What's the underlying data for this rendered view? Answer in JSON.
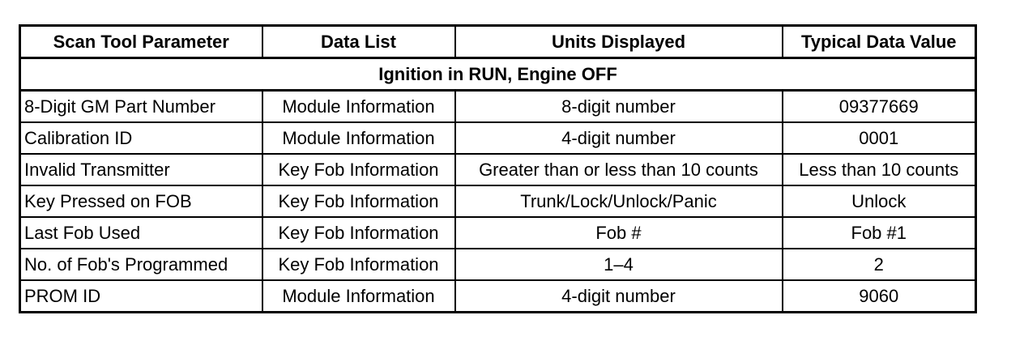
{
  "table": {
    "headers": [
      "Scan Tool Parameter",
      "Data List",
      "Units Displayed",
      "Typical Data Value"
    ],
    "section": "Ignition in RUN, Engine OFF",
    "rows": [
      [
        "8-Digit GM Part Number",
        "Module Information",
        "8-digit number",
        "09377669"
      ],
      [
        "Calibration ID",
        "Module Information",
        "4-digit number",
        "0001"
      ],
      [
        "Invalid Transmitter",
        "Key Fob Information",
        "Greater than or less than 10 counts",
        "Less than 10 counts"
      ],
      [
        "Key Pressed on FOB",
        "Key Fob Information",
        "Trunk/Lock/Unlock/Panic",
        "Unlock"
      ],
      [
        "Last Fob Used",
        "Key Fob Information",
        "Fob #",
        "Fob #1"
      ],
      [
        "No. of Fob's Programmed",
        "Key Fob Information",
        "1–4",
        "2"
      ],
      [
        "PROM ID",
        "Module Information",
        "4-digit number",
        "9060"
      ]
    ]
  }
}
